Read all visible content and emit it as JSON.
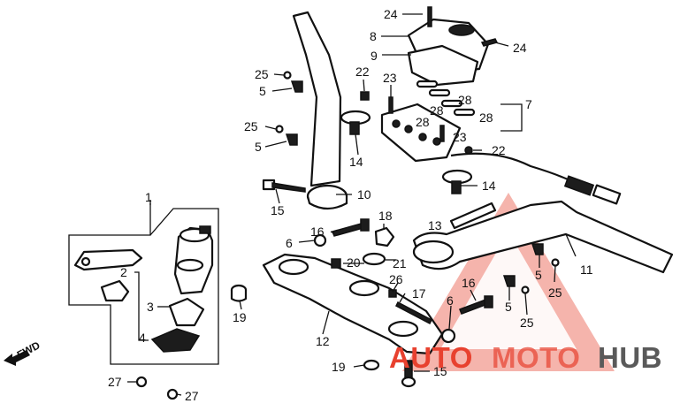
{
  "diagram": {
    "callouts": {
      "c1": "1",
      "c2": "2",
      "c3": "3",
      "c4": "4",
      "c5a": "5",
      "c5b": "5",
      "c5c": "5",
      "c5d": "5",
      "c6a": "6",
      "c6b": "6",
      "c7": "7",
      "c8": "8",
      "c9": "9",
      "c10": "10",
      "c11": "11",
      "c12": "12",
      "c13": "13",
      "c14a": "14",
      "c14b": "14",
      "c15a": "15",
      "c15b": "15",
      "c16a": "16",
      "c16b": "16",
      "c17": "17",
      "c18": "18",
      "c19a": "19",
      "c19b": "19",
      "c20": "20",
      "c21": "21",
      "c22a": "22",
      "c22b": "22",
      "c23a": "23",
      "c23b": "23",
      "c24a": "24",
      "c24b": "24",
      "c25a": "25",
      "c25b": "25",
      "c25c": "25",
      "c25d": "25",
      "c26": "26",
      "c27a": "27",
      "c27b": "27",
      "c28a": "28",
      "c28b": "28",
      "c28c": "28",
      "c28d": "28"
    },
    "fwd_label": "FWD"
  },
  "watermark": {
    "prefix": "AUTO",
    "middle": "MOTO",
    "suffix": "HUB",
    "colors": {
      "accent": "#e8412f",
      "dark": "#5a5a5a"
    }
  }
}
